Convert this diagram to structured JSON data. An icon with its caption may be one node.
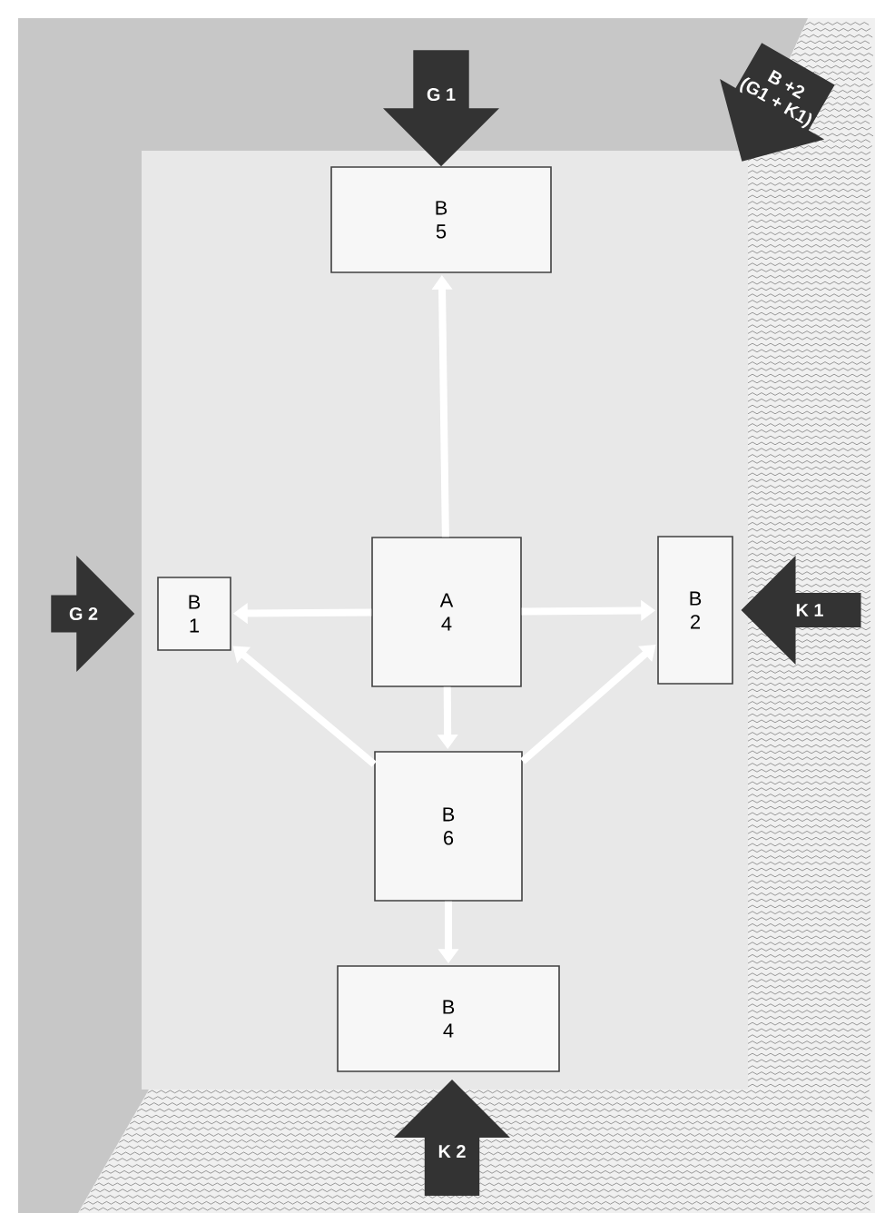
{
  "diagram": {
    "nodes": [
      {
        "text": [
          "G 1"
        ]
      },
      {
        "text": [
          "B +2",
          "(G1 + K1)"
        ]
      },
      {
        "text": [
          "B 5"
        ]
      },
      {
        "text": [
          "G 2"
        ]
      },
      {
        "text": [
          "B 1"
        ]
      },
      {
        "text": [
          "A 4"
        ]
      },
      {
        "text": [
          "B 2"
        ]
      },
      {
        "text": [
          "K 1"
        ]
      },
      {
        "text": [
          "B 6"
        ]
      },
      {
        "text": [
          "B 4"
        ]
      },
      {
        "text": [
          "K 2"
        ]
      }
    ],
    "edges": [
      {
        "from": 5,
        "to": 2,
        "arrow": "to"
      },
      {
        "from": 5,
        "to": 4,
        "arrow": "to"
      },
      {
        "from": 5,
        "to": 6,
        "arrow": "to"
      },
      {
        "from": 5,
        "to": 8,
        "arrow": "to"
      },
      {
        "from": 8,
        "to": 4,
        "arrow": "to"
      },
      {
        "from": 8,
        "to": 6,
        "arrow": "to"
      },
      {
        "from": 8,
        "to": 9,
        "arrow": "to"
      }
    ]
  }
}
